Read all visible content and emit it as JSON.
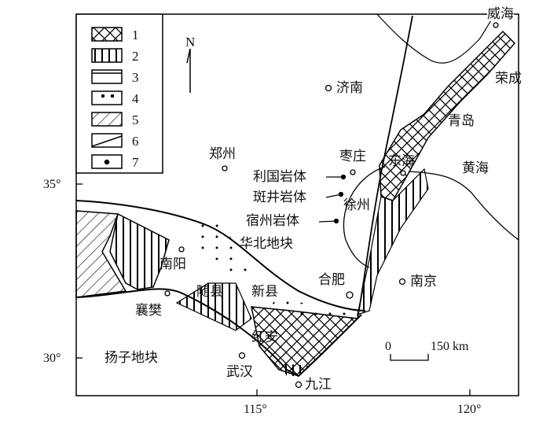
{
  "legend": [
    "1",
    "2",
    "3",
    "4",
    "5",
    "6",
    "7"
  ],
  "north": "N",
  "axes": {
    "lat": [
      "35°",
      "30°"
    ],
    "lon": [
      "115°",
      "120°"
    ]
  },
  "places": {
    "weihai": "威海",
    "rongcheng": "荣成",
    "qingdao": "青岛",
    "jinan": "济南",
    "zhengzhou": "郑州",
    "zaozhuang": "枣庄",
    "donghai": "东海",
    "huanghai": "黄海",
    "liguo": "利国岩体",
    "banjing": "斑井岩体",
    "suzhou": "宿州岩体",
    "xuzhou": "徐州",
    "huabei": "华北地块",
    "nanyang": "南阳",
    "suixian": "随县",
    "xinxian": "新县",
    "hefei": "合肥",
    "nanjing": "南京",
    "xiangfan": "襄樊",
    "hongan": "红安",
    "yangzi": "扬子地块",
    "wuhan": "武汉",
    "jiujiang": "九江"
  },
  "scale": {
    "zero": "0",
    "label": "150 km"
  }
}
